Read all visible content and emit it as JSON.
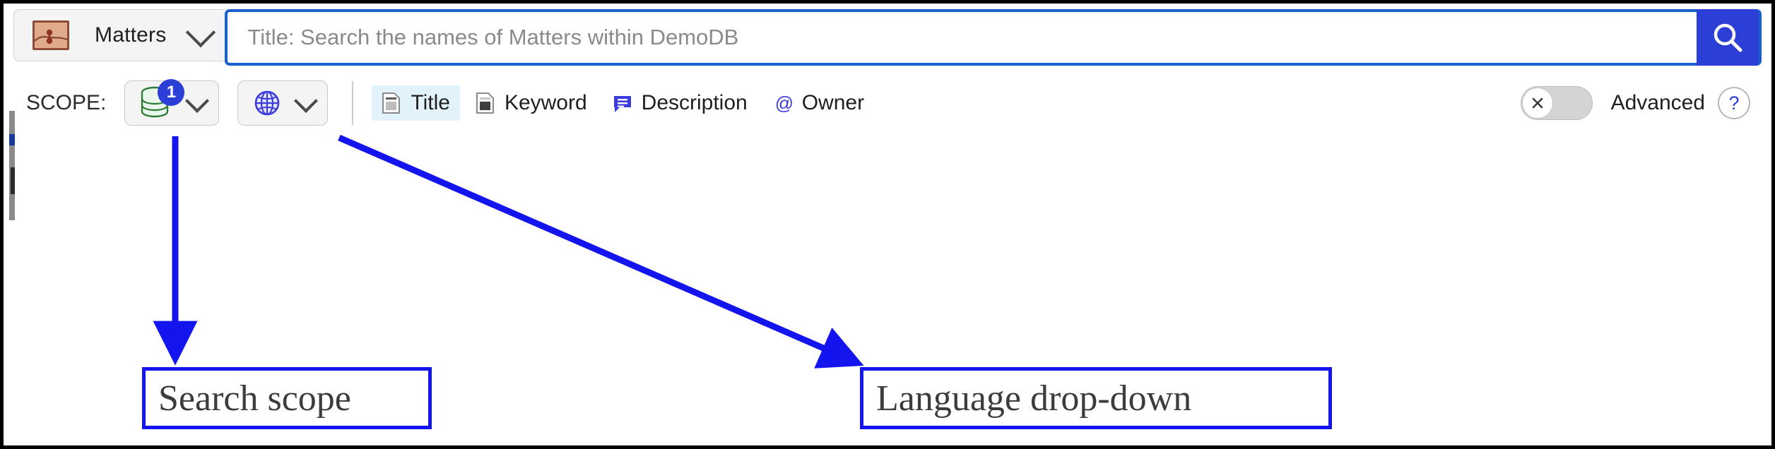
{
  "search_bar": {
    "entity_selector": {
      "icon": "matters-card-icon",
      "label": "Matters",
      "chevron": "chevron-down-icon"
    },
    "input": {
      "value": "",
      "placeholder": "Title: Search the names of Matters within DemoDB"
    },
    "go_button": {
      "icon": "search-icon",
      "color": "#2b3ed6"
    }
  },
  "scope_row": {
    "label": "SCOPE:",
    "database_dropdown": {
      "icon": "database-icon",
      "badge_count": "1",
      "chevron": "chevron-down-icon"
    },
    "language_dropdown": {
      "icon": "globe-icon",
      "chevron": "chevron-down-icon"
    },
    "fields": [
      {
        "label": "Title",
        "icon": "document-title-icon",
        "active": true
      },
      {
        "label": "Keyword",
        "icon": "document-keyword-icon",
        "active": false
      },
      {
        "label": "Description",
        "icon": "speech-bubble-icon",
        "active": false
      },
      {
        "label": "Owner",
        "icon": "at-sign-icon",
        "active": false
      }
    ],
    "advanced_toggle": {
      "label": "Advanced",
      "state": "off",
      "knob_icon": "close-x-icon"
    },
    "help": {
      "label": "?",
      "icon": "question-mark-icon"
    }
  },
  "annotations": [
    {
      "id": "search-scope",
      "text": "Search scope"
    },
    {
      "id": "language-dropdown",
      "text": "Language drop-down"
    }
  ],
  "colors": {
    "accent_blue": "#2b3ed6",
    "focus_blue": "#1a5fd0",
    "annotation_blue": "#1414ee",
    "active_field_bg": "#e1f2fb",
    "entity_icon_fill": "#e0ab8a",
    "entity_icon_border": "#8d4a35",
    "database_green": "#2f7d3a"
  }
}
